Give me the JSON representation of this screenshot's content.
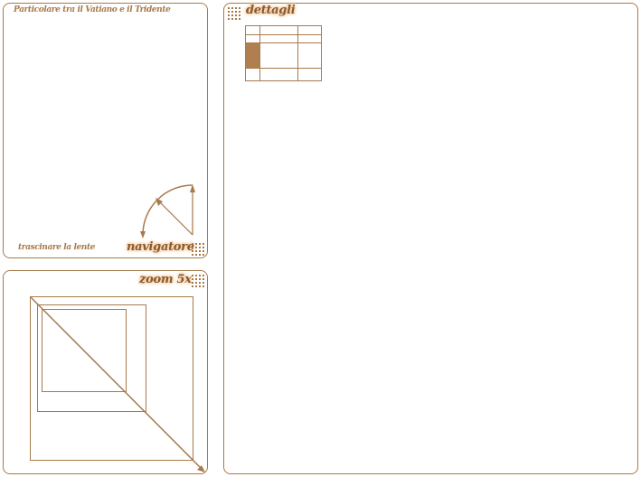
{
  "navigator": {
    "caption": "Particolare tra il Vatiano e il Tridente",
    "hint": "trascinare la lente",
    "title": "navigatore"
  },
  "zoom": {
    "title": "zoom 5x"
  },
  "details": {
    "title": "dettagli"
  },
  "colors": {
    "accent": "#a8794a",
    "title_text": "#8b5a2b",
    "title_glow": "#f2c9a0"
  },
  "icons": {
    "grip": "resize-grip-icon",
    "compass": "compass-rose-icon"
  }
}
